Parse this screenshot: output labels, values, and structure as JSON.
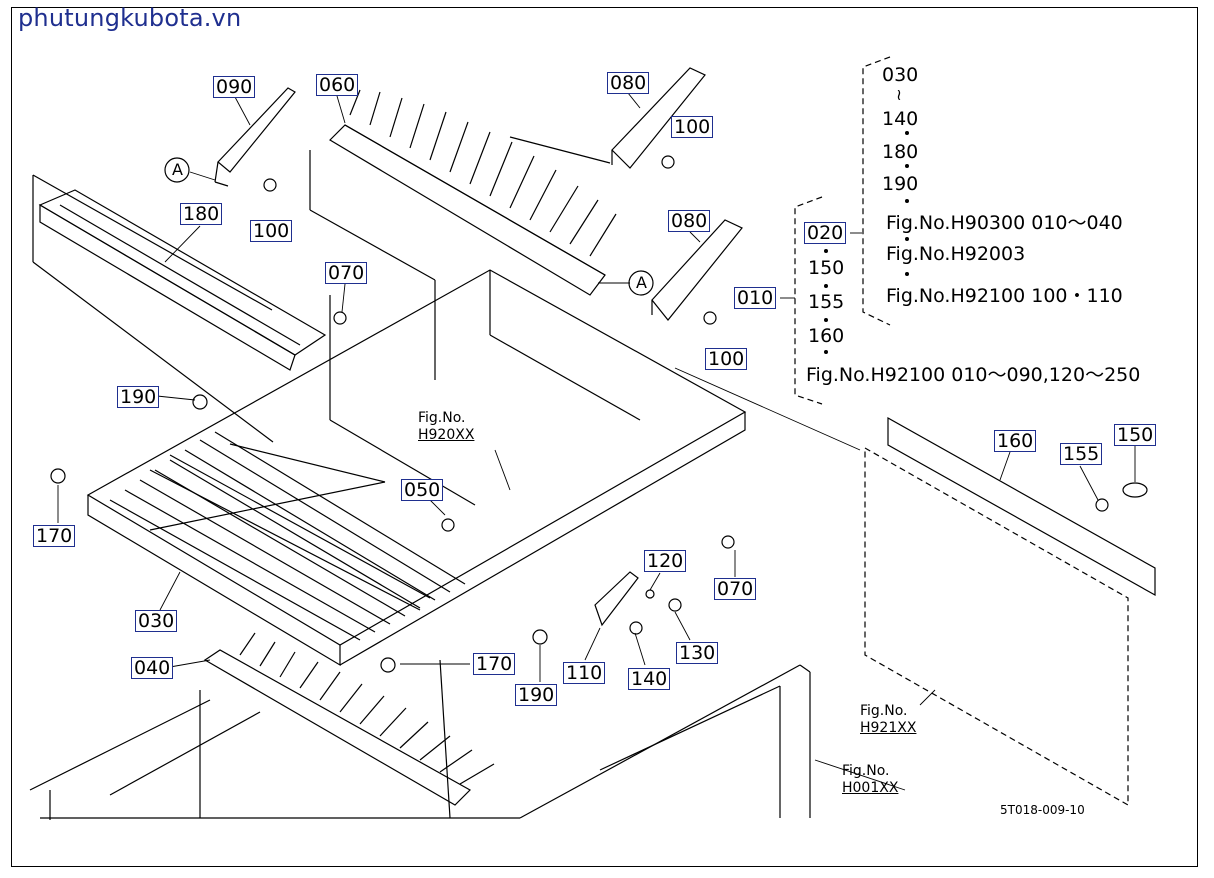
{
  "watermark": "phutungkubota.vn",
  "drawing_code": "5T018-009-10",
  "callouts": {
    "p090": "090",
    "p060": "060",
    "p080a": "080",
    "p080b": "080",
    "p100a": "100",
    "p100b": "100",
    "p100c": "100",
    "p180": "180",
    "p070a": "070",
    "p070b": "070",
    "p190a": "190",
    "p190b": "190",
    "p170a": "170",
    "p170b": "170",
    "p050": "050",
    "p030": "030",
    "p040": "040",
    "p120": "120",
    "p130": "130",
    "p110": "110",
    "p140": "140",
    "p160": "160",
    "p155": "155",
    "p150": "150",
    "p010": "010",
    "p020": "020",
    "letterA1": "A",
    "letterA2": "A"
  },
  "legend": {
    "top_group": [
      "030",
      "140",
      "180",
      "190"
    ],
    "tilde_mark": "≀",
    "fig_line1": "Fig.No.H90300  010～040",
    "fig_line2": "Fig.No.H92003",
    "fig_line3": "Fig.No.H92100  100・110",
    "mid_group": [
      "150",
      "155",
      "160"
    ],
    "bottom_line": "Fig.No.H92100  010～090,120～250"
  },
  "figrefs": {
    "h920": {
      "l1": "Fig.No.",
      "l2": "H920XX"
    },
    "h921": {
      "l1": "Fig.No.",
      "l2": "H921XX"
    },
    "h001": {
      "l1": "Fig.No.",
      "l2": "H001XX"
    }
  },
  "colors": {
    "line": "#000000",
    "callout_border": "#1f2f8f",
    "watermark": "#1f2f8f"
  }
}
